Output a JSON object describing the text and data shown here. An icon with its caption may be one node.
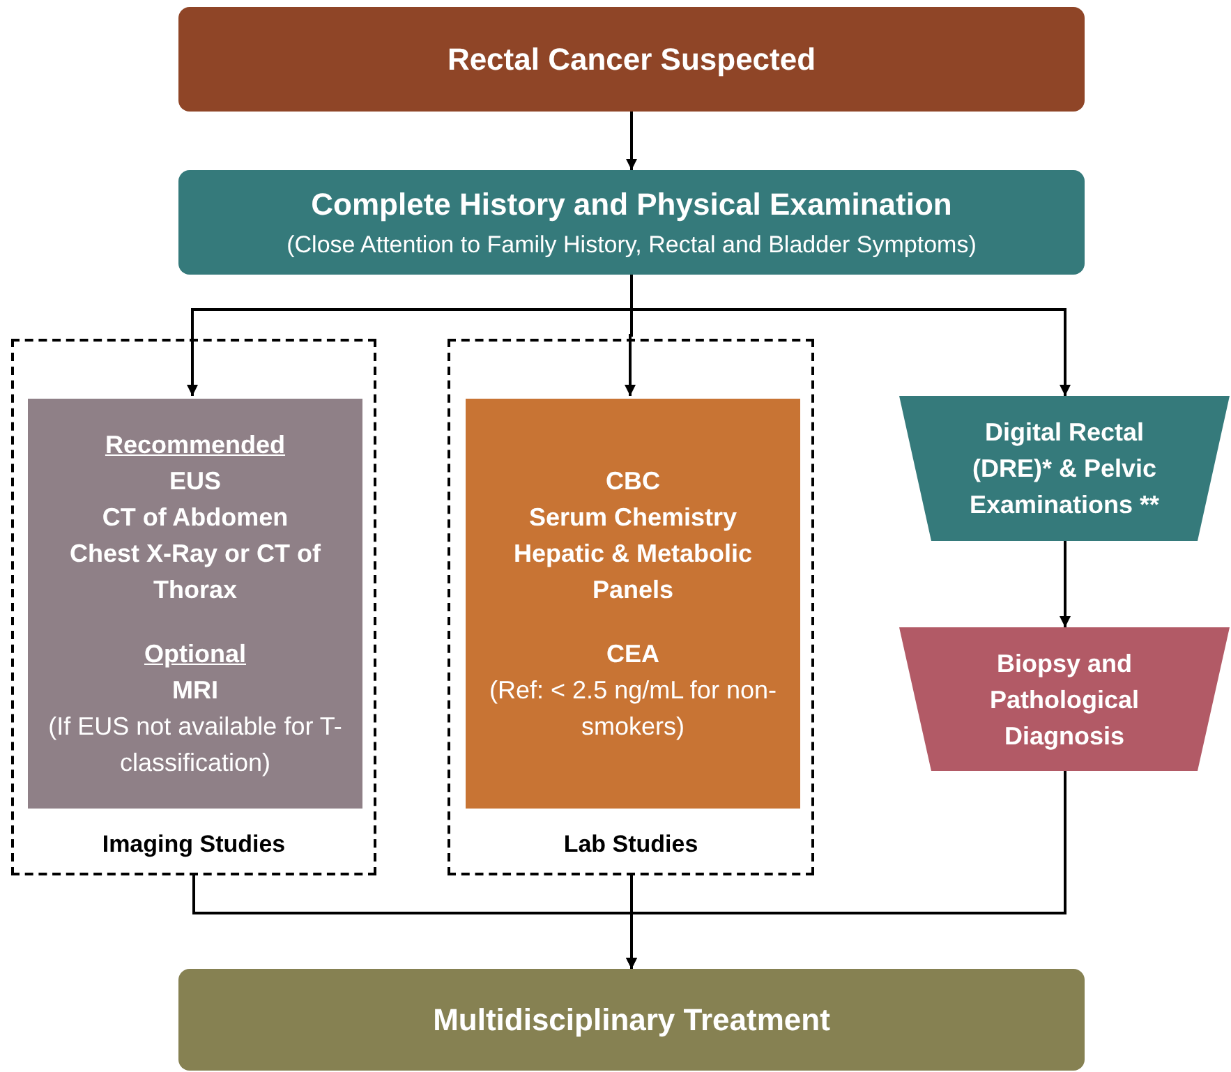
{
  "diagram": {
    "nodes": [
      {
        "text": [
          "Rectal Cancer Suspected"
        ]
      },
      {
        "text": [
          "Complete History and Physical Examination",
          "(Close Attention to Family History, Rectal and Bladder Symptoms)"
        ]
      },
      {
        "text": [
          "Imaging Studies"
        ]
      },
      {
        "text": [
          "Recommended",
          "EUS",
          "CT of Abdomen",
          "Chest X-Ray or CT of Thorax",
          "Optional",
          "MRI",
          "(If EUS not available for T-classification)"
        ],
        "in": 2
      },
      {
        "text": [
          "Lab Studies"
        ]
      },
      {
        "text": [
          "CBC",
          "Serum Chemistry",
          "Hepatic & Metabolic Panels",
          "CEA",
          "(Ref: < 2.5 ng/mL for non-smokers)"
        ],
        "in": 4
      },
      {
        "text": [
          "Digital Rectal (DRE)* & Pelvic Examinations **"
        ]
      },
      {
        "text": [
          "Biopsy and Pathological Diagnosis"
        ]
      },
      {
        "text": [
          "Multidisciplinary Treatment"
        ]
      }
    ],
    "edges": [
      {
        "from": 0,
        "to": 1,
        "arrow": "to"
      },
      {
        "from": 1,
        "to": 3,
        "arrow": "to"
      },
      {
        "from": 1,
        "to": 5,
        "arrow": "to"
      },
      {
        "from": 1,
        "to": 6,
        "arrow": "to"
      },
      {
        "from": 6,
        "to": 7,
        "arrow": "to"
      },
      {
        "from": 2,
        "to": 8,
        "arrow": "to"
      },
      {
        "from": 4,
        "to": 8,
        "arrow": "to"
      },
      {
        "from": 7,
        "to": 8,
        "arrow": "to"
      }
    ]
  }
}
